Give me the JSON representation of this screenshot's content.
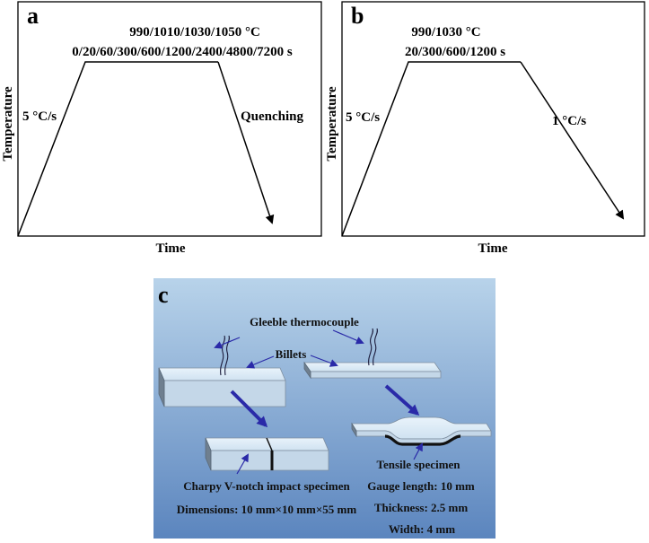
{
  "panel_a": {
    "label": "a",
    "temp_line": "990/1010/1030/1050 °C",
    "time_line": "0/20/60/300/600/1200/2400/4800/7200 s",
    "heating_rate": "5 °C/s",
    "cooling": "Quenching",
    "xlabel": "Time",
    "ylabel": "Temperature"
  },
  "panel_b": {
    "label": "b",
    "temp_line": "990/1030 °C",
    "time_line": "20/300/600/1200 s",
    "heating_rate": "5 °C/s",
    "cooling": "1 °C/s",
    "xlabel": "Time",
    "ylabel": "Temperature"
  },
  "panel_c": {
    "label": "c",
    "thermocouple": "Gleeble thermocouple",
    "billets": "Billets",
    "charpy": "Charpy V-notch impact specimen",
    "charpy_dims": "Dimensions: 10 mm×10 mm×55 mm",
    "tensile": "Tensile specimen",
    "gauge": "Gauge length: 10 mm",
    "thickness": "Thickness: 2.5 mm",
    "width": "Width: 4 mm"
  },
  "colors": {
    "arrow_blue": "#2a2aa8",
    "panel_c_top": "#b6d2ea",
    "panel_c_bottom": "#5c86bf"
  }
}
